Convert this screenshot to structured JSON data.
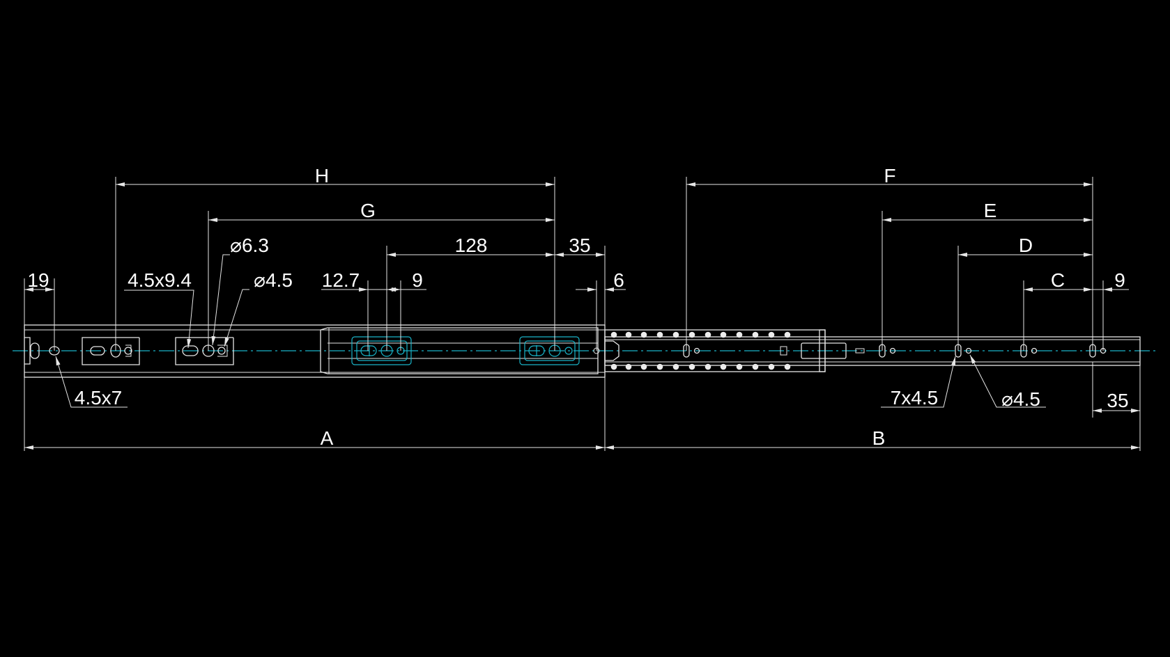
{
  "colors": {
    "background": "#000000",
    "lines": "#e6e6e6",
    "hidden_lines": "#19b4c8"
  },
  "labels": {
    "H": "H",
    "G": "G",
    "F": "F",
    "E": "E",
    "D": "D",
    "C": "C",
    "dim_128": "128",
    "dim_35_top": "35",
    "dim_6": "6",
    "dim_9_left": "9",
    "dim_12_7": "12.7",
    "dim_19": "19",
    "dim_9_right": "9",
    "dim_35_bottom": "35",
    "slot_4_5x9_4": "4.5x9.4",
    "hole_6_3": "⌀6.3",
    "hole_4_5_left": "⌀4.5",
    "slot_4_5x7": "4.5x7",
    "slot_7x4_5": "7x4.5",
    "hole_4_5_right": "⌀4.5",
    "A": "A",
    "B": "B"
  }
}
